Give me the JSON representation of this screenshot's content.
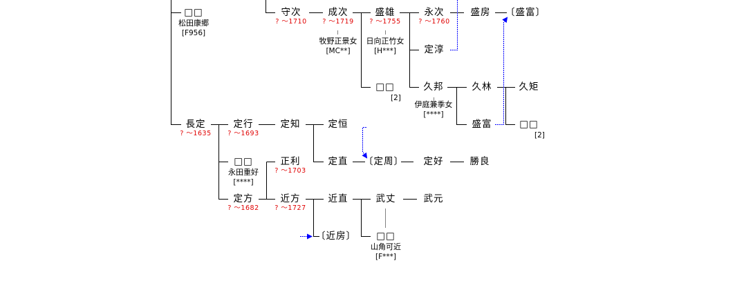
{
  "diagram": {
    "colors": {
      "line": "#000000",
      "dates": "#e00000",
      "link": "#0000ff",
      "spouse_tick": "#808080"
    },
    "nodes": [
      {
        "id": "unk1",
        "name": "□□",
        "spouse": "松田康郷",
        "ref": "[F956]"
      },
      {
        "id": "morotsugu",
        "name": "守次",
        "dates": "? ～1710"
      },
      {
        "id": "naritsugu",
        "name": "成次",
        "dates": "? ～1719",
        "spouse": "牧野正景女",
        "ref": "[MC**]"
      },
      {
        "id": "morio",
        "name": "盛雄",
        "dates": "? ～1755",
        "spouse": "日向正竹女",
        "ref": "[H***]"
      },
      {
        "id": "nagatsugu",
        "name": "永次",
        "dates": "? ～1760"
      },
      {
        "id": "morifusa",
        "name": "盛房"
      },
      {
        "id": "moritomi_ref1",
        "name": "〔盛富〕"
      },
      {
        "id": "sadaatsu",
        "name": "定淳"
      },
      {
        "id": "unk2",
        "name": "□□",
        "note": "[2]"
      },
      {
        "id": "hisakuni",
        "name": "久邦",
        "spouse": "伊庭兼季女",
        "ref": "[****]"
      },
      {
        "id": "hisabayashi",
        "name": "久林"
      },
      {
        "id": "hisanori",
        "name": "久矩"
      },
      {
        "id": "moritomi",
        "name": "盛富"
      },
      {
        "id": "unk3",
        "name": "□□",
        "note": "[2]"
      },
      {
        "id": "nagasada",
        "name": "長定",
        "dates": "? ～1635"
      },
      {
        "id": "sadayuki",
        "name": "定行",
        "dates": "? ～1693"
      },
      {
        "id": "sadatomo",
        "name": "定知"
      },
      {
        "id": "sadatsune",
        "name": "定恒"
      },
      {
        "id": "unk4",
        "name": "□□",
        "spouse": "永田重好",
        "ref": "[****]"
      },
      {
        "id": "masatoshi",
        "name": "正利",
        "dates": "? ～1703"
      },
      {
        "id": "sadanao",
        "name": "定直"
      },
      {
        "id": "sadachika_ref",
        "name": "〔定周〕"
      },
      {
        "id": "sadayoshi",
        "name": "定好"
      },
      {
        "id": "katsuyoshi",
        "name": "勝良"
      },
      {
        "id": "sadakata",
        "name": "定方",
        "dates": "? ～1682"
      },
      {
        "id": "chikakata",
        "name": "近方",
        "dates": "? ～1727"
      },
      {
        "id": "chikanao",
        "name": "近直"
      },
      {
        "id": "takejo",
        "name": "武丈"
      },
      {
        "id": "takemoto",
        "name": "武元"
      },
      {
        "id": "chikafusa_ref",
        "name": "〔近房〕"
      },
      {
        "id": "unk5",
        "name": "□□",
        "spouse": "山角可近",
        "ref": "[F***]"
      }
    ]
  }
}
